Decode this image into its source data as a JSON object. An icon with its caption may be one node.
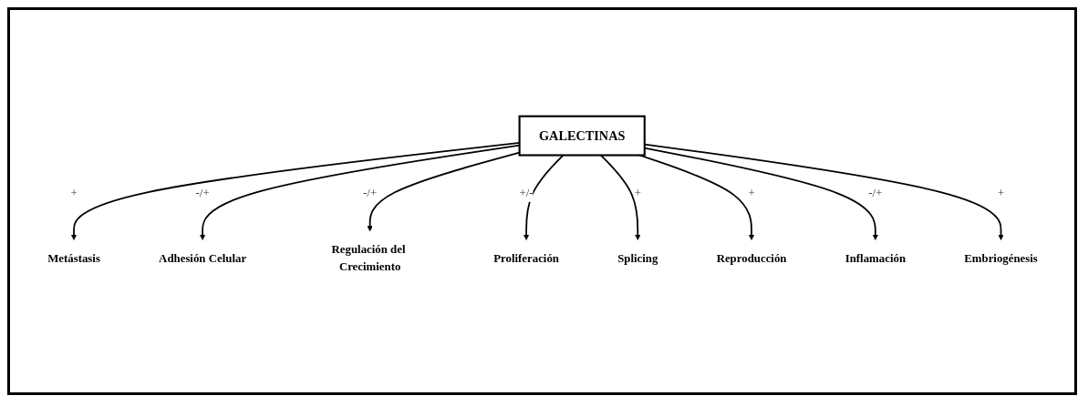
{
  "diagram": {
    "nodes": [
      {
        "text": [
          "Regulación del Crecimiento"
        ]
      },
      {
        "text": [
          "Proliferación"
        ]
      },
      {
        "text": [
          "Adhesión Celular"
        ]
      },
      {
        "text": [
          "Metástasis"
        ]
      },
      {
        "text": [
          "GALECTINAS"
        ]
      },
      {
        "text": [
          "Splicing"
        ]
      },
      {
        "text": [
          "Reproducción"
        ]
      },
      {
        "text": [
          "Inflamación"
        ]
      },
      {
        "text": [
          "Embriogénesis"
        ]
      }
    ],
    "edges": [
      {
        "from": 4,
        "to": 3,
        "arrow": "to",
        "label": "+"
      },
      {
        "from": 4,
        "to": 2,
        "arrow": "to",
        "label": "-/+"
      },
      {
        "from": 4,
        "to": 0,
        "arrow": "to",
        "label": "-/+"
      },
      {
        "from": 4,
        "to": 1,
        "arrow": "to",
        "label": "+/-"
      },
      {
        "from": 4,
        "to": 5,
        "arrow": "to",
        "label": "+"
      },
      {
        "from": 4,
        "to": 6,
        "arrow": "to",
        "label": "+"
      },
      {
        "from": 4,
        "to": 7,
        "arrow": "to",
        "label": "-/+"
      },
      {
        "from": 4,
        "to": 8,
        "arrow": "to",
        "label": "+"
      }
    ]
  }
}
